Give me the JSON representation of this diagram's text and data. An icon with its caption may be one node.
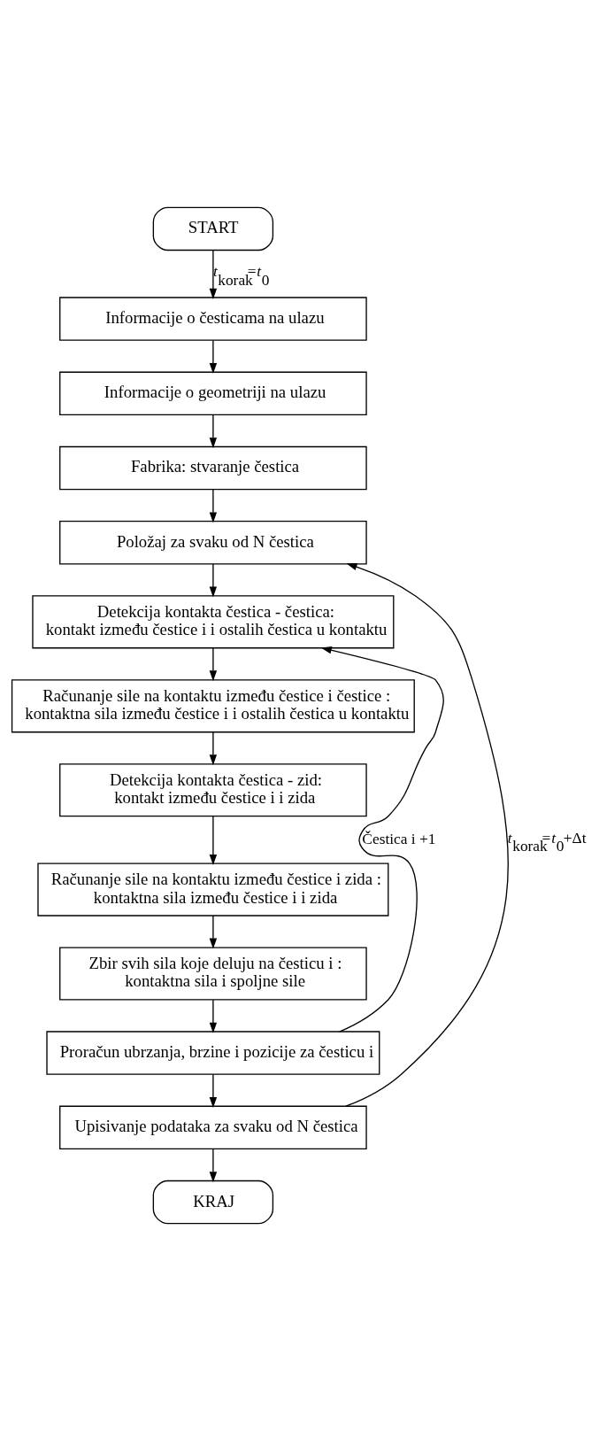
{
  "diagram": {
    "nodes": [
      {
        "text": [
          "START"
        ]
      },
      {
        "text": [
          "Informacije o česticama na ulazu"
        ]
      },
      {
        "text": [
          "Informacije o geometriji na ulazu"
        ]
      },
      {
        "text": [
          "Fabrika: stvaranje čestica"
        ]
      },
      {
        "text": [
          "Položaj za svaku od N čestica"
        ]
      },
      {
        "text": [
          "Detekcija kontakta čestica - čestica:",
          "kontakt između čestice i i ostalih čestica u kontaktu"
        ]
      },
      {
        "text": [
          "Računanje sile na kontaktu između čestice i čestice :",
          "kontaktna sila između čestice i i ostalih čestica u kontaktu"
        ]
      },
      {
        "text": [
          "Detekcija kontakta čestica - zid:",
          "kontakt između čestice i i zida"
        ]
      },
      {
        "text": [
          "Računanje sile na kontaktu između čestice i zida :",
          "kontaktna sila između čestice i i zida"
        ]
      },
      {
        "text": [
          "Zbir svih sila koje deluju na česticu i :",
          "kontaktna sila i spoljne sile"
        ]
      },
      {
        "text": [
          "Proračun ubrzanja, brzine i pozicije za česticu i"
        ]
      },
      {
        "text": [
          "Upisivanje podataka za svaku od N čestica"
        ]
      },
      {
        "text": [
          "KRAJ"
        ]
      }
    ],
    "edges": [
      {
        "from": 0,
        "to": 1,
        "arrow": "to",
        "label": "*t*$_{korak}$=*t*$_{0}$"
      },
      {
        "from": 1,
        "to": 2,
        "arrow": "to"
      },
      {
        "from": 2,
        "to": 3,
        "arrow": "to"
      },
      {
        "from": 3,
        "to": 4,
        "arrow": "to"
      },
      {
        "from": 4,
        "to": 5,
        "arrow": "to"
      },
      {
        "from": 5,
        "to": 6,
        "arrow": "to"
      },
      {
        "from": 6,
        "to": 7,
        "arrow": "to"
      },
      {
        "from": 7,
        "to": 8,
        "arrow": "to"
      },
      {
        "from": 8,
        "to": 9,
        "arrow": "to"
      },
      {
        "from": 9,
        "to": 10,
        "arrow": "to"
      },
      {
        "from": 10,
        "to": 11,
        "arrow": "to"
      },
      {
        "from": 10,
        "to": 5,
        "arrow": "to",
        "label": "Čestica i +1"
      },
      {
        "from": 11,
        "to": 12,
        "arrow": "to"
      },
      {
        "from": 11,
        "to": 4,
        "arrow": "to",
        "label": "*t*$_{korak}$=*t*$_{0}$+Δt"
      }
    ]
  }
}
